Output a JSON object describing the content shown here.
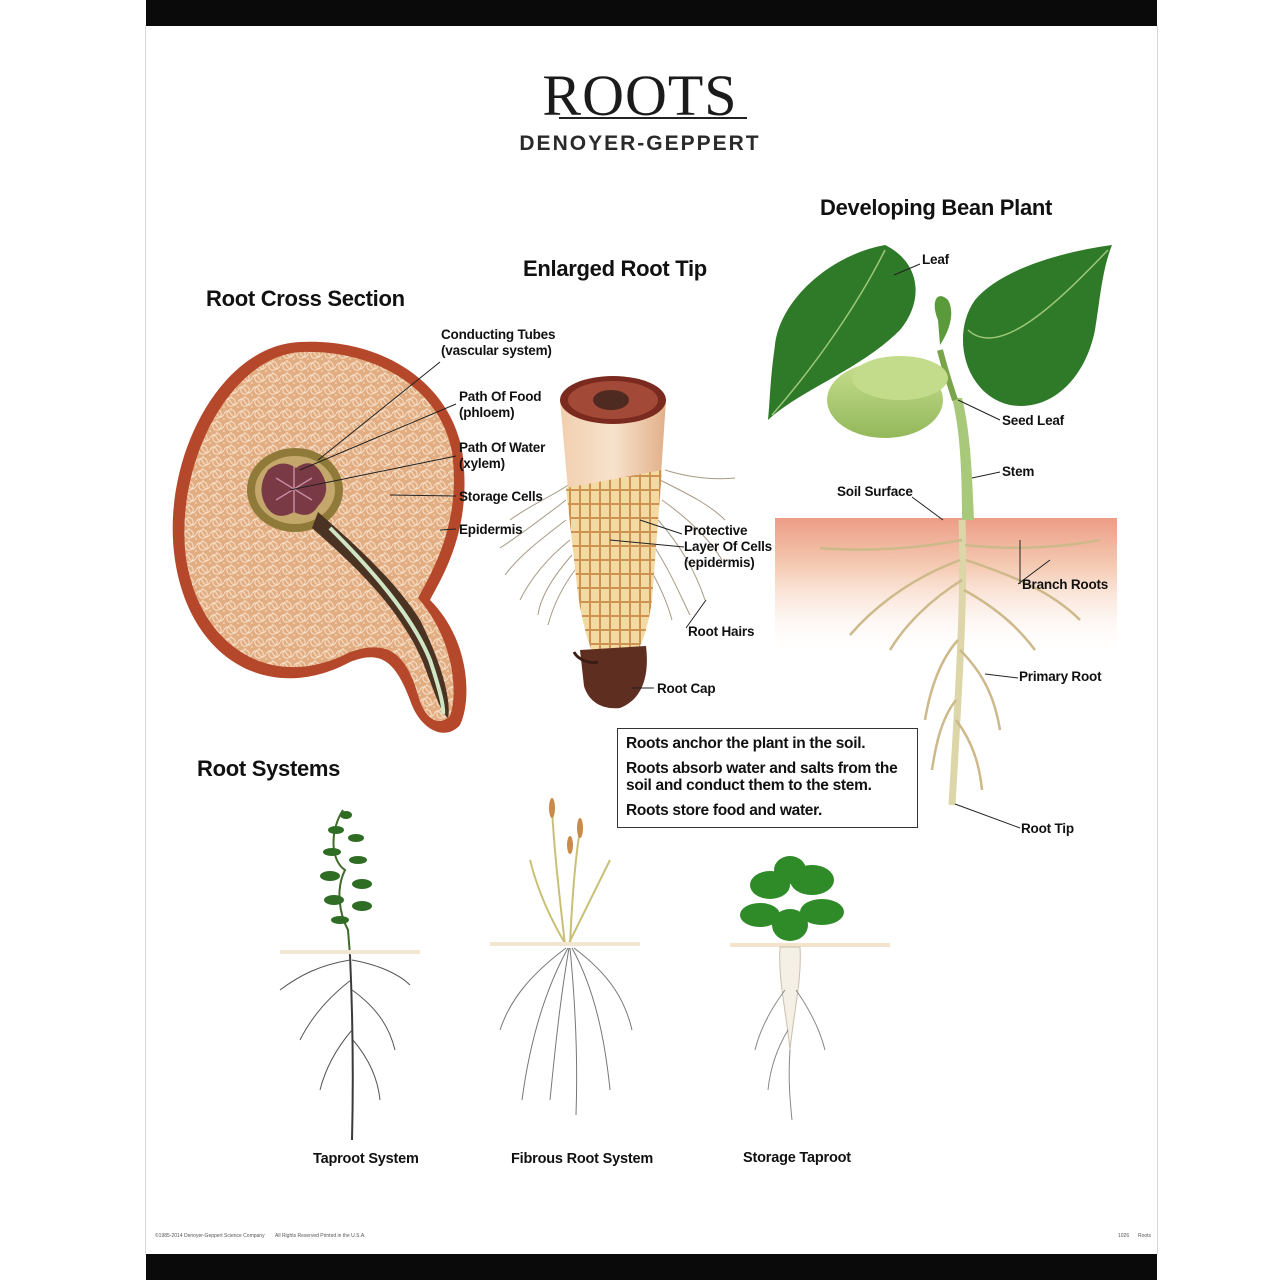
{
  "poster": {
    "title": "ROOTS",
    "brand": "DENOYER-GEPPERT"
  },
  "colors": {
    "frame": "#0a0a0a",
    "leaf_green": "#2f7a28",
    "root_tan": "#d9b98e",
    "cortex": "#e0a77a",
    "epidermis_red": "#b5472a",
    "soil": "#f2c3a8"
  },
  "sections": {
    "cross_section": {
      "title": "Root Cross Section",
      "labels": {
        "conducting_tubes": "Conducting Tubes",
        "conducting_tubes_sub": "(vascular system)",
        "path_food": "Path Of Food",
        "path_food_sub": "(phloem)",
        "path_water": "Path Of Water",
        "path_water_sub": "(xylem)",
        "storage_cells": "Storage Cells",
        "epidermis": "Epidermis"
      }
    },
    "root_tip": {
      "title": "Enlarged Root Tip",
      "labels": {
        "protective_1": "Protective",
        "protective_2": "Layer Of Cells",
        "protective_3": "(epidermis)",
        "root_hairs": "Root Hairs",
        "root_cap": "Root Cap"
      }
    },
    "bean_plant": {
      "title": "Developing Bean Plant",
      "labels": {
        "leaf": "Leaf",
        "seed_leaf": "Seed Leaf",
        "stem": "Stem",
        "soil_surface": "Soil Surface",
        "branch_roots": "Branch Roots",
        "primary_root": "Primary Root",
        "root_tip": "Root Tip"
      }
    },
    "root_systems": {
      "title": "Root Systems",
      "captions": {
        "taproot": "Taproot System",
        "fibrous": "Fibrous Root System",
        "storage": "Storage Taproot"
      }
    }
  },
  "info_box": {
    "line1": "Roots anchor the plant in the soil.",
    "line2a": "Roots absorb water and salts from the",
    "line2b": "soil and conduct them to the stem.",
    "line3": "Roots store food and water."
  },
  "footer": {
    "copyright": "©1985-2014 Denoyer-Geppert Science Company",
    "rights": "All Rights Reserved Printed in the U.S.A.",
    "code": "1026",
    "name": "Roots"
  }
}
